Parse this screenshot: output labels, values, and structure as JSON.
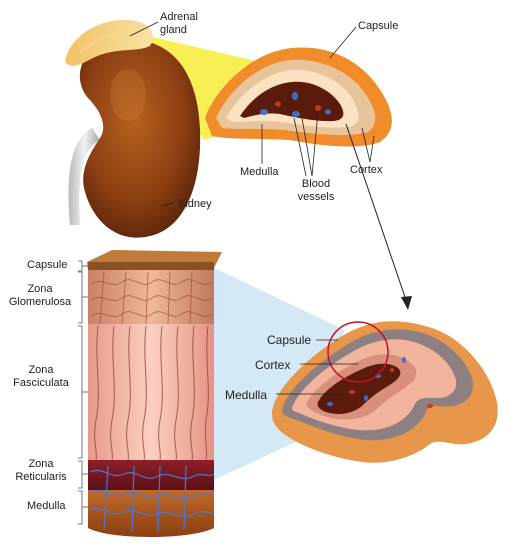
{
  "labels": {
    "adrenal_gland": [
      "Adrenal",
      "gland"
    ],
    "capsule_top": "Capsule",
    "medulla_top": "Medulla",
    "blood_vessels": [
      "Blood",
      "vessels"
    ],
    "cortex_top": "Cortex",
    "kidney": "Kidney",
    "layers": {
      "capsule": "Capsule",
      "zona_glomerulosa": [
        "Zona",
        "Glomerulosa"
      ],
      "zona_fasciculata": [
        "Zona",
        "Fasciculata"
      ],
      "zona_reticularis": [
        "Zona",
        "Reticularis"
      ],
      "medulla": "Medulla"
    },
    "capsule_right": "Capsule",
    "cortex_right": "Cortex",
    "medulla_right": "Medulla"
  },
  "colors": {
    "kidney": "#8a3e12",
    "adrenal": "#f0a040",
    "highlight_yellow": "#f7ee4a",
    "highlight_blue": "#cfe6f5",
    "medulla_dark": "#5a1a0c",
    "cortex_pink": "#f3b49e",
    "vessel_blue": "#3d6fc8"
  }
}
